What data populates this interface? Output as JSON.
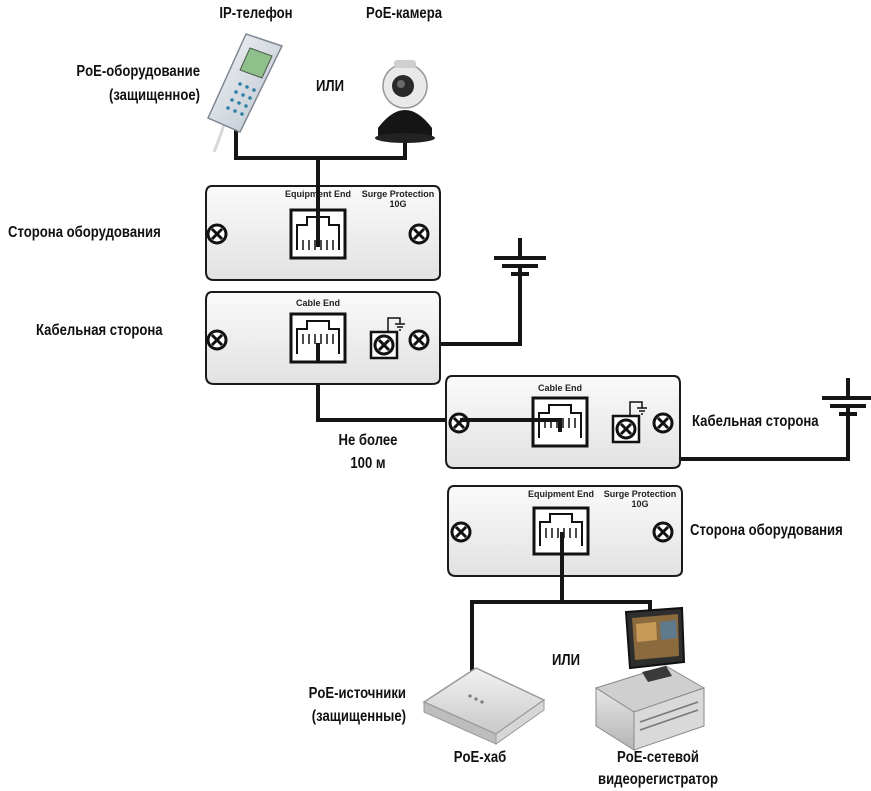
{
  "labels": {
    "ip_phone": "IP-телефон",
    "poe_camera": "PoE-камера",
    "poe_equipment_line1": "PoE-оборудование",
    "poe_equipment_line2": "(защищенное)",
    "or_top": "ИЛИ",
    "equipment_side_left": "Сторона оборудования",
    "cable_side_left": "Кабельная сторона",
    "distance_line1": "Не более",
    "distance_line2": "100 м",
    "cable_side_right": "Кабельная сторона",
    "equipment_side_right": "Сторона оборудования",
    "or_bottom": "ИЛИ",
    "poe_sources_line1": "PoE-источники",
    "poe_sources_line2": "(защищенные)",
    "poe_hub": "PoE-хаб",
    "poe_nvr_line1": "PoE-сетевой",
    "poe_nvr_line2": "видеорегистратор"
  },
  "devices": {
    "unit1": {
      "port_label": "Equipment End",
      "surge_line1": "Surge Protection",
      "surge_line2": "10G"
    },
    "unit2": {
      "port_label": "Cable End"
    },
    "unit3": {
      "port_label": "Cable End"
    },
    "unit4": {
      "port_label": "Equipment End",
      "surge_line1": "Surge Protection",
      "surge_line2": "10G"
    }
  },
  "colors": {
    "cable": "#151515",
    "box_fill": "#f3f3f3",
    "box_stroke": "#1a1a1a"
  }
}
